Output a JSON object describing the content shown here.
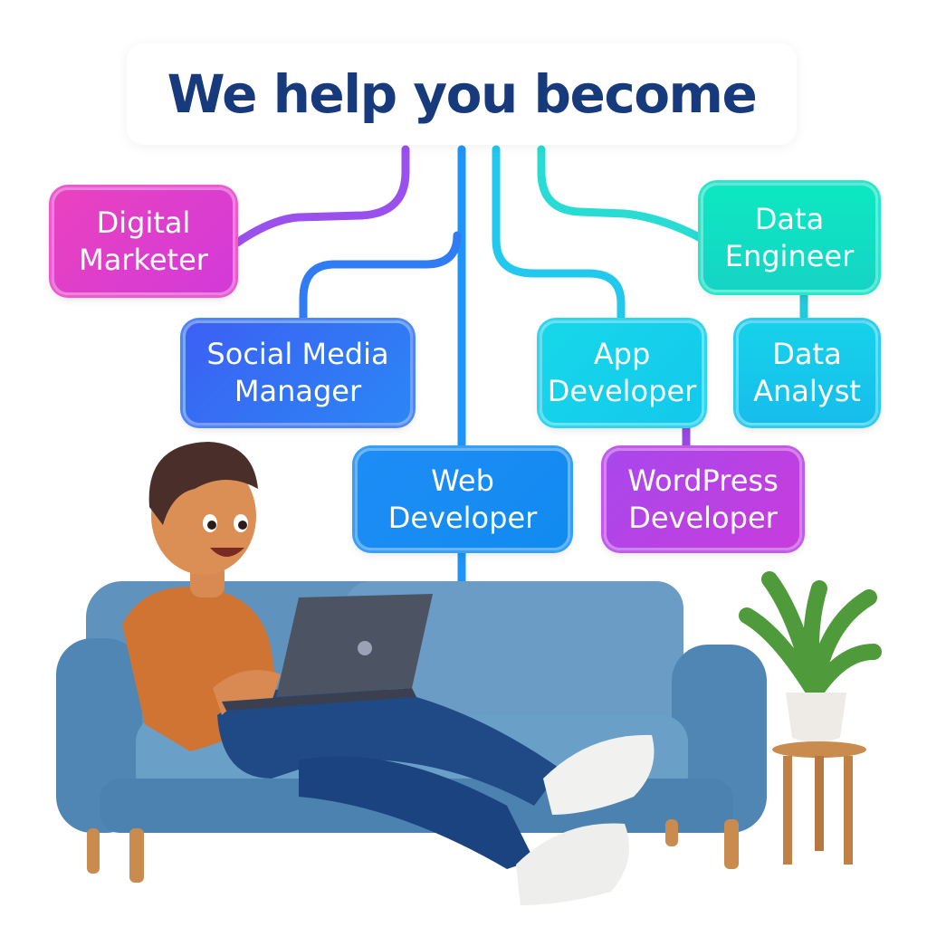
{
  "header": {
    "title": "We help you become"
  },
  "roles": [
    {
      "label": "Digital\nMarketer",
      "color": "#e23fc6"
    },
    {
      "label": "Social Media\nManager",
      "color": "#3a6cf6"
    },
    {
      "label": "Web\nDeveloper",
      "color": "#1a8ff6"
    },
    {
      "label": "App\nDeveloper",
      "color": "#18d0ea"
    },
    {
      "label": "Data\nEngineer",
      "color": "#14dfbf"
    },
    {
      "label": "Data\nAnalyst",
      "color": "#1ac4ec"
    },
    {
      "label": "WordPress\nDeveloper",
      "color": "#b444e6"
    }
  ]
}
